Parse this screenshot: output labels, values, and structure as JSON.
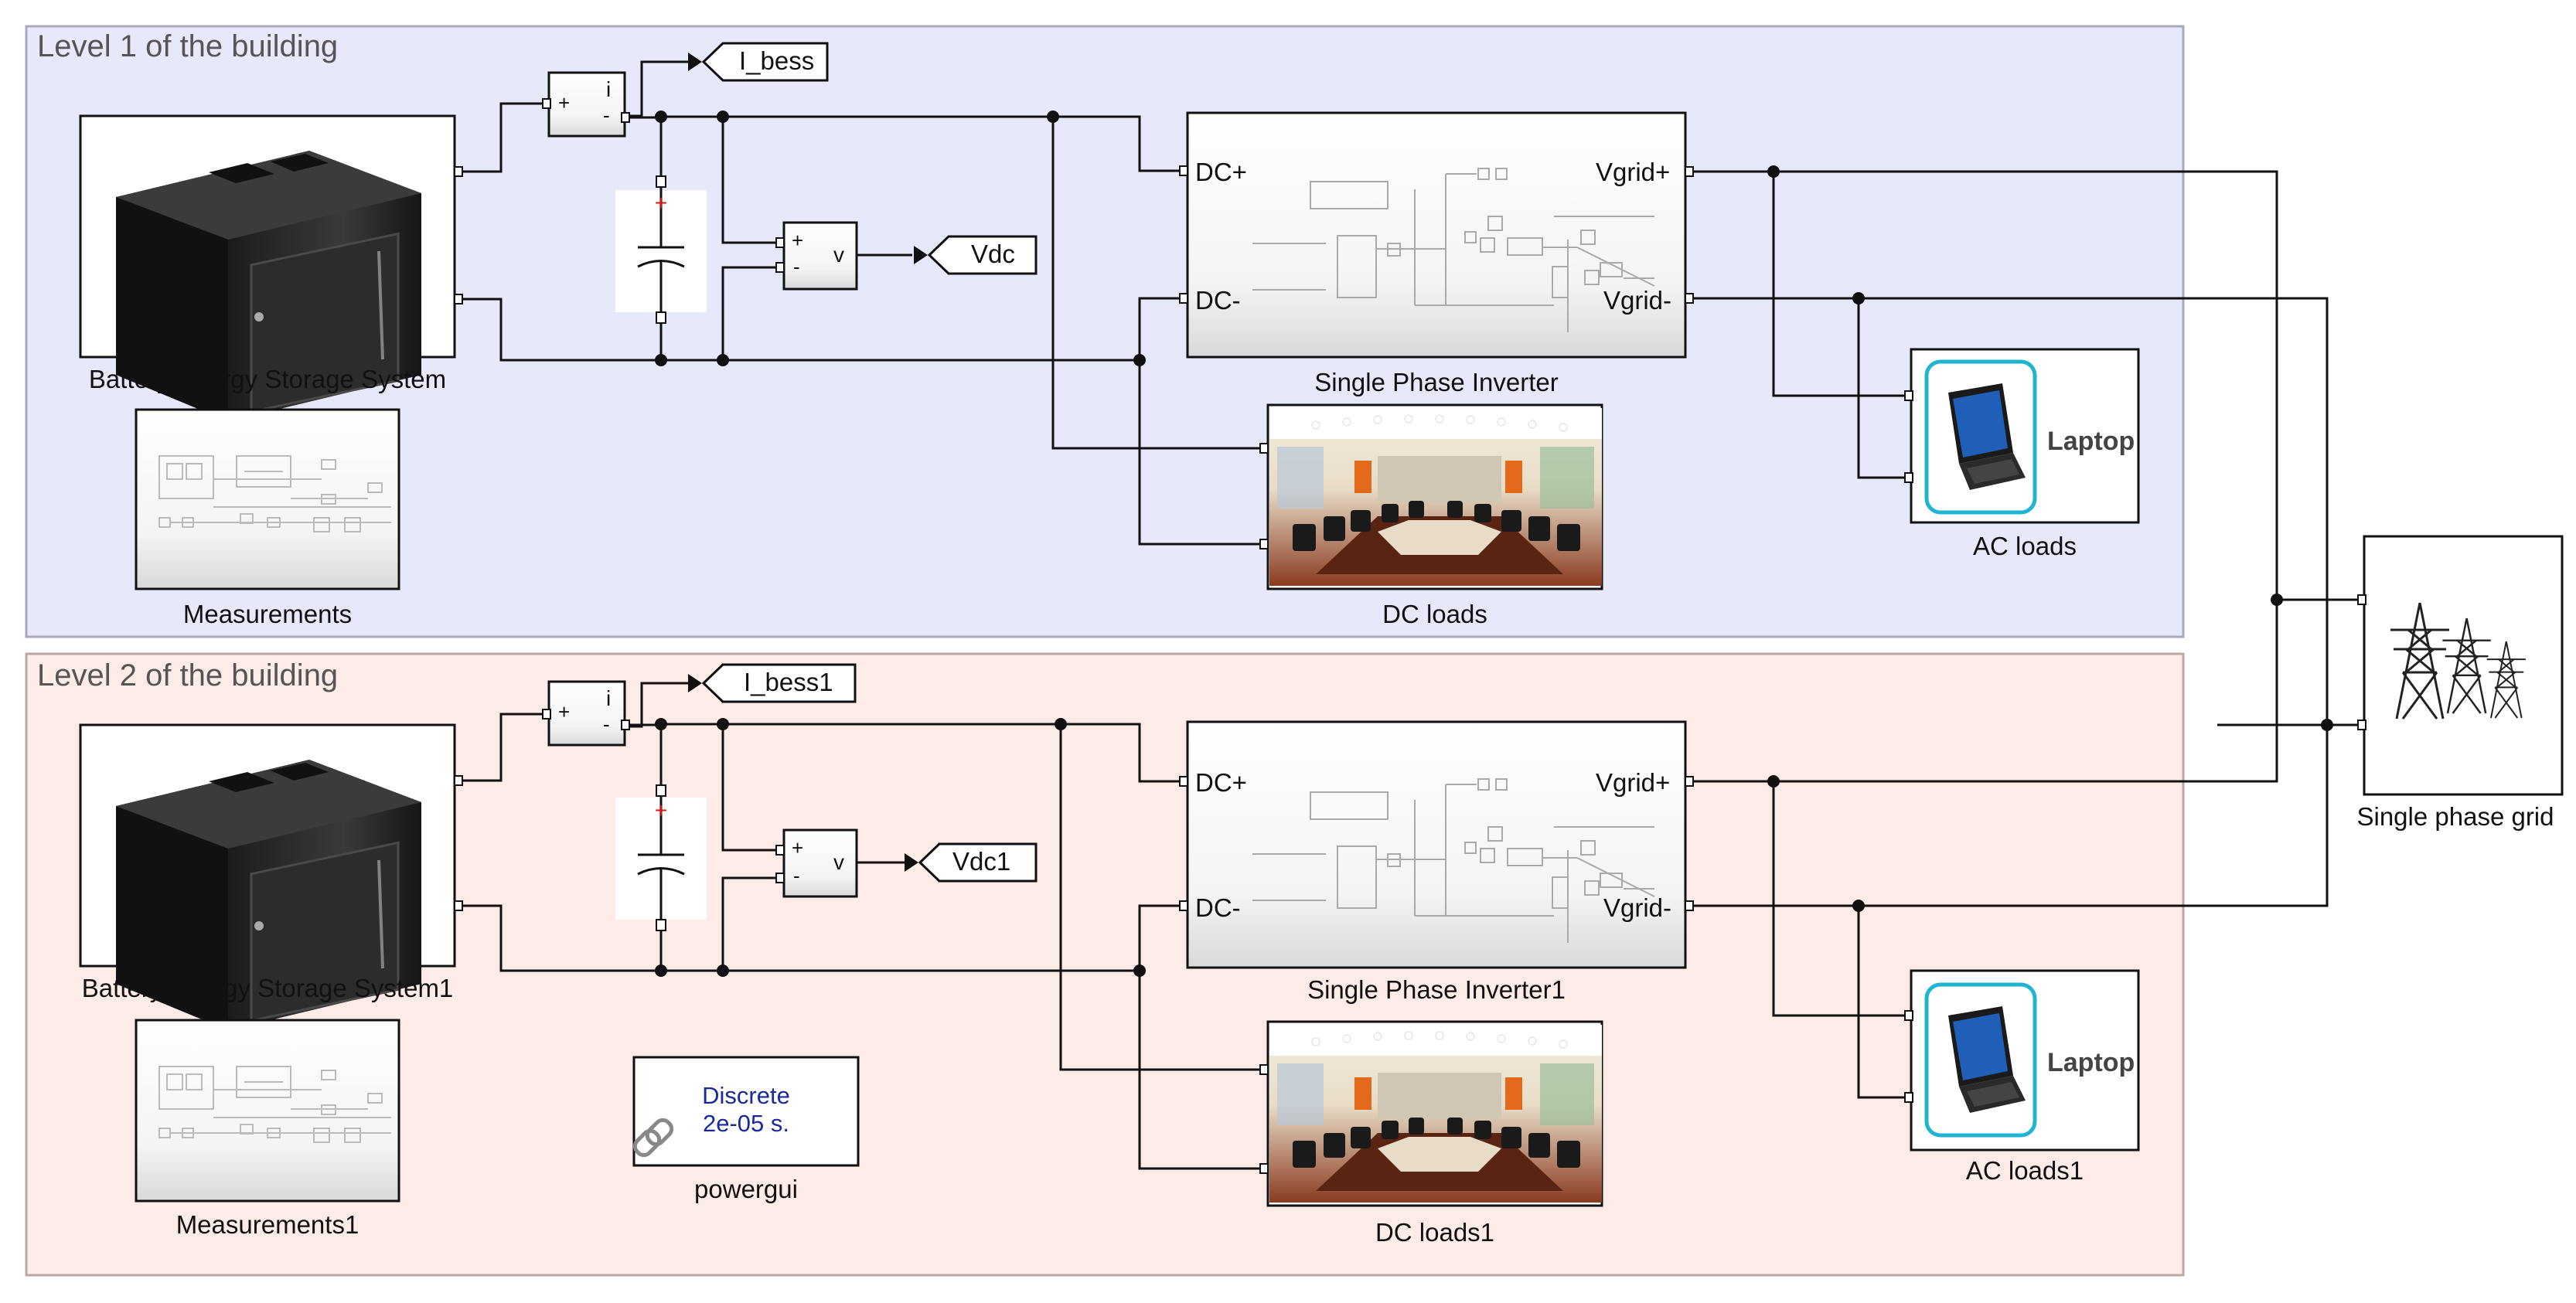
{
  "areas": [
    {
      "title": "Level 1 of the building",
      "fill": "#e8e8fb"
    },
    {
      "title": "Level 2 of the building",
      "fill": "#fcebe6"
    }
  ],
  "level1": {
    "bess_label": "Battery Energy Storage System",
    "measurements_label": "Measurements",
    "inverter_label": "Single Phase Inverter",
    "dc_loads_label": "DC loads",
    "ac_loads_label": "AC loads",
    "laptop_text": "Laptop",
    "goto_current": "I_bess",
    "goto_voltage": "Vdc"
  },
  "level2": {
    "bess_label": "Battery Energy Storage System1",
    "measurements_label": "Measurements1",
    "inverter_label": "Single Phase Inverter1",
    "dc_loads_label": "DC loads1",
    "ac_loads_label": "AC loads1",
    "laptop_text": "Laptop",
    "goto_current": "I_bess1",
    "goto_voltage": "Vdc1"
  },
  "ports": {
    "dc_plus": "DC+",
    "dc_minus": "DC-",
    "vgrid_plus": "Vgrid+",
    "vgrid_minus": "Vgrid-"
  },
  "sensor": {
    "plus": "+",
    "minus": "-",
    "current": "i",
    "voltage": "v"
  },
  "grid_label": "Single phase grid",
  "powergui": {
    "line1": "Discrete",
    "line2": "2e-05 s.",
    "label": "powergui"
  },
  "colors": {
    "accent_laptop": "#1fb4d2",
    "powergui_text": "#1a2a9c",
    "cap_plus": "#d11"
  }
}
